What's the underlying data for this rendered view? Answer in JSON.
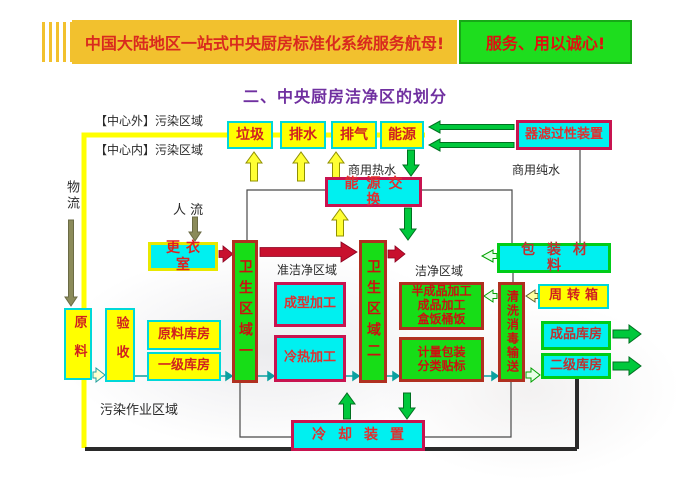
{
  "header": {
    "banner_left": "中国大陆地区一站式中央厨房标准化系统服务航母!",
    "banner_right": "服务、用以诚心!",
    "title": "二、中央厨房洁净区的划分"
  },
  "labels": {
    "outer_pollution": "【中心外】污染区域",
    "inner_pollution": "【中心内】污染区域",
    "logistics": "物流",
    "people_flow": "人 流",
    "hot_water": "商用热水",
    "pure_water": "商用纯水",
    "quasi_clean_area": "准洁净区域",
    "clean_area": "洁净区域",
    "pollution_work_area": "污染作业区域"
  },
  "boxes": {
    "garbage": "垃圾",
    "drainage": "排水",
    "exhaust": "排气",
    "energy": "能源",
    "filter_device": "器滤过性装置",
    "energy_exchange": "能源交换",
    "changing_room": "更衣室",
    "hygiene_zone_1": "卫生区域一",
    "forming_process": "成型加工",
    "hot_cold_process": "冷热加工",
    "hygiene_zone_2": "卫生区域二",
    "semi_finished": [
      "半成品加工",
      "成品加工",
      "盒饭桶饭"
    ],
    "measuring_pack": [
      "计量包装",
      "分类贴标"
    ],
    "washing_transport": "清洗消毒输送",
    "packaging_material": "包装材料",
    "turnover_box": "周转箱",
    "finished_storage": "成品库房",
    "secondary_storage": "二级库房",
    "raw_material": "原料",
    "acceptance": "验收",
    "raw_storage": "原料库房",
    "primary_storage": "一级库房",
    "cooling_device": "冷却装置"
  },
  "colors": {
    "banner_yellow": "#F2C12E",
    "banner_green": "#1EDD1E",
    "banner_text_red": "#D92A1E",
    "title_purple": "#7030A0",
    "box_yellow": "#FFFF00",
    "box_cyan": "#00F0F0",
    "box_green": "#17DD17",
    "border_cyan": "#00D8D8",
    "border_crimson": "#C81450",
    "border_green": "#00CC18",
    "text_red": "#D02020",
    "arrow_red": "#C8102E",
    "arrow_green": "#00B43C",
    "arrow_yellow": "#FFFF00",
    "line_yellow": "#FFFF00",
    "line_dark": "#3A3A3A",
    "line_teal": "#0AA0A0"
  }
}
